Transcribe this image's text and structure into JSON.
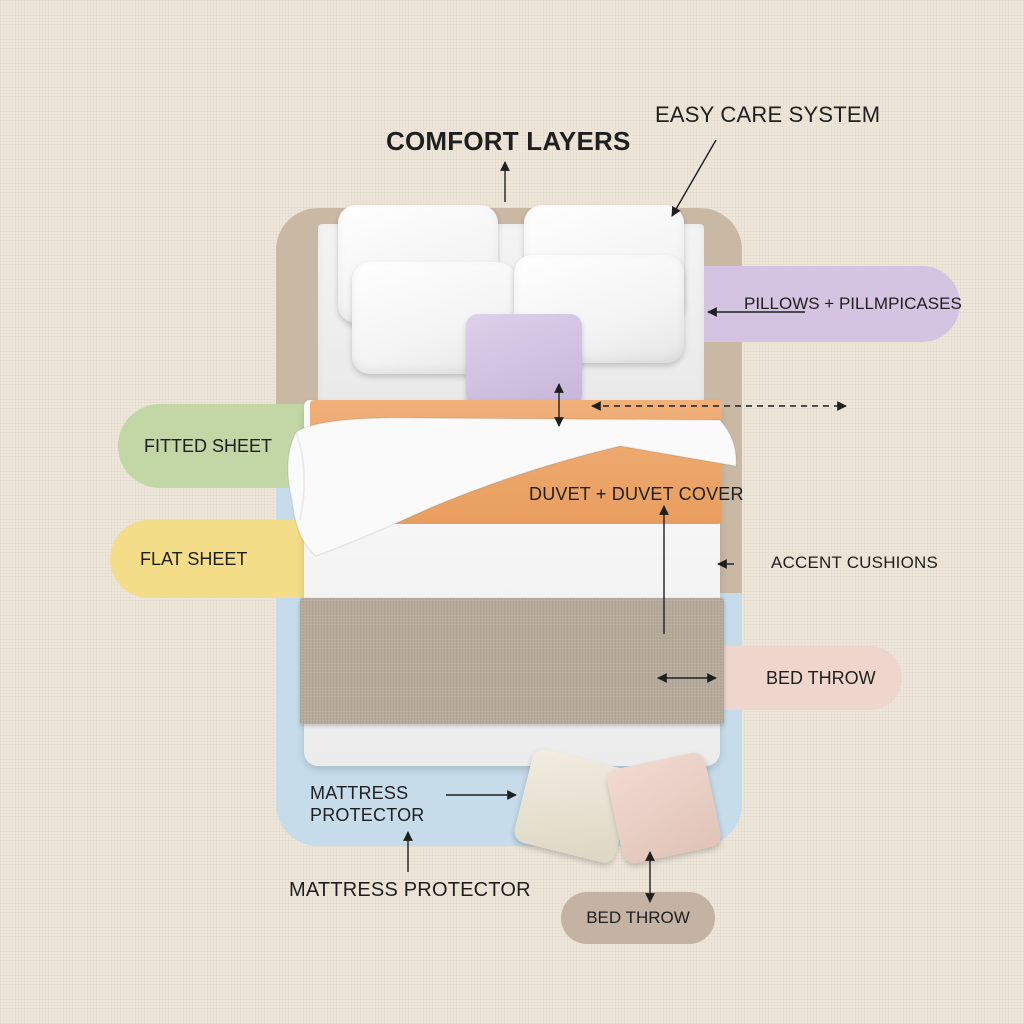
{
  "diagram": {
    "title": "COMFORT LAYERS",
    "subtitle": "EASY CARE SYSTEM",
    "labels": {
      "pillows": "PILLOWS + PILLMPICASES",
      "fitted_sheet": "FITTED SHEET",
      "flat_sheet": "FLAT SHEET",
      "duvet": "DUVET + DUVET COVER",
      "accent_cushions": "ACCENT CUSHIONS",
      "bed_throw_right": "BED THROW",
      "mattress_protector_inner": "MATTRESS\nPROTECTOR",
      "mattress_protector_bottom": "MATTRESS PROTECTOR",
      "bed_throw_bottom": "BED THROW"
    },
    "colors": {
      "background": "#ede6d9",
      "headboard_taupe": "#c9b8a3",
      "pillows_lavender": "#d4c4e2",
      "fitted_sheet_green": "#c2d6a6",
      "flat_sheet_yellow": "#f3dd89",
      "duvet_orange": "#eea96a",
      "throw_gray": "#b6ab9b",
      "mattress_blue": "#c6dcea",
      "bed_throw_pink": "#efd6cc",
      "bed_throw_tag": "#c4b3a4",
      "cushion_lavender": "#cdbfe1",
      "cushion_cream": "#ebe6d6",
      "cushion_pink": "#eacfc5"
    }
  }
}
